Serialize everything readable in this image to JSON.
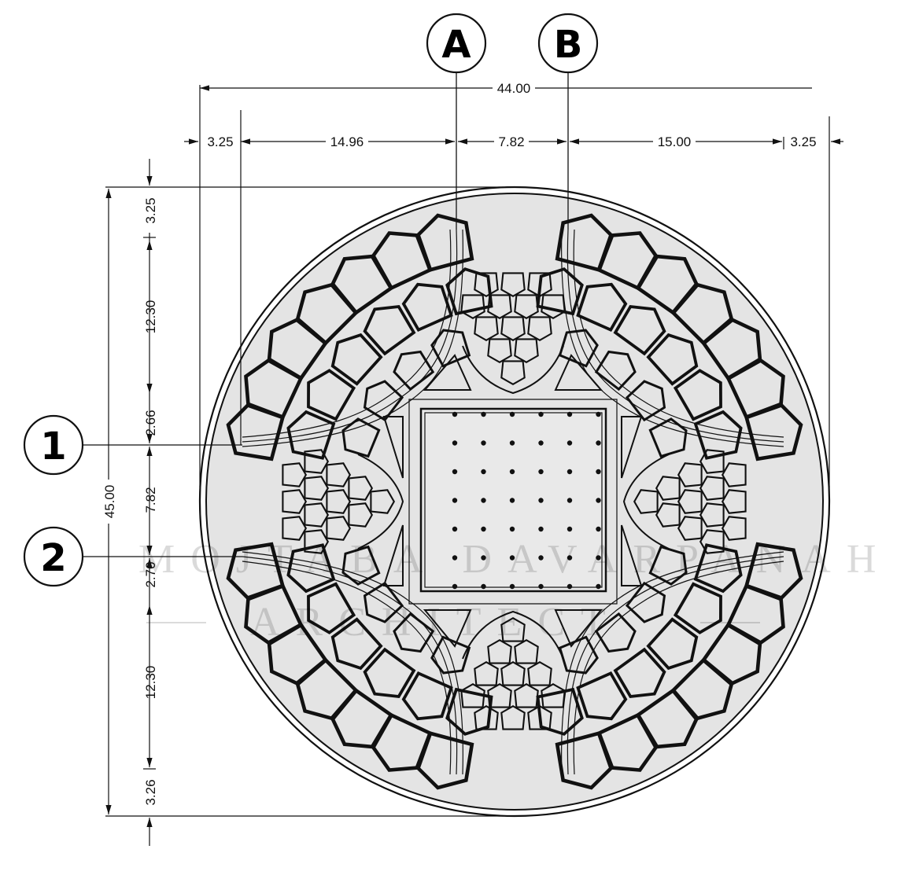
{
  "grid_bubbles": {
    "col_a": "A",
    "col_b": "B",
    "row_1": "1",
    "row_2": "2"
  },
  "dimensions_horizontal": {
    "overall": "44.00",
    "left_offset": "3.25",
    "left_span": "14.96",
    "center_span": "7.82",
    "right_span": "15.00",
    "right_offset": "3.25"
  },
  "dimensions_vertical": {
    "overall": "45.00",
    "top_offset": "3.25",
    "top_span": "12.30",
    "upper_gap": "2.66",
    "center_span": "7.82",
    "lower_gap": "2.70",
    "bottom_span": "12.30",
    "bottom_offset": "3.26"
  },
  "watermark": {
    "line1": "MOJTABA DAVARPANAH",
    "line2": "ARCHITECT"
  },
  "colors": {
    "plan_fill": "#e4e4e4",
    "line": "#111111"
  }
}
